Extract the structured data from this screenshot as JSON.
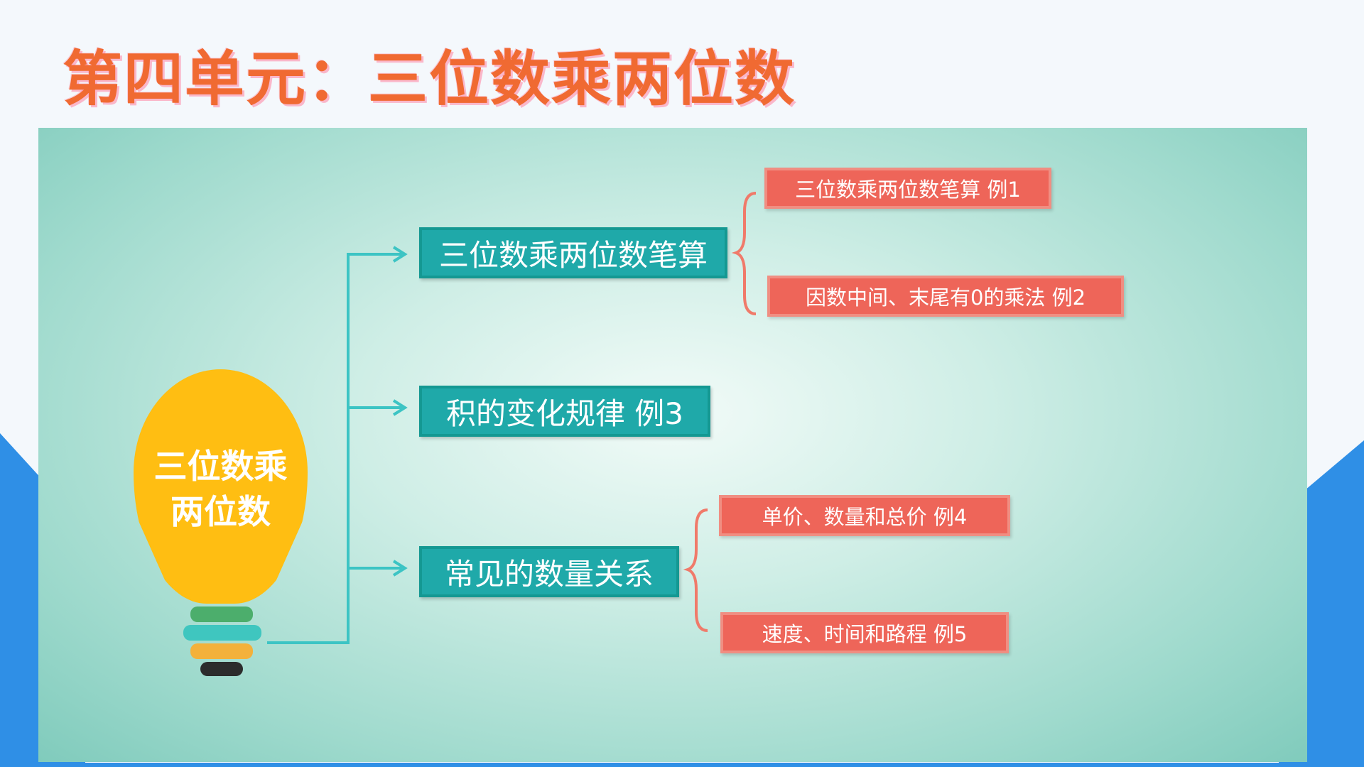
{
  "title": "第四单元：三位数乘两位数",
  "center": {
    "line1": "三位数乘",
    "line2": "两位数"
  },
  "branches": [
    {
      "label": "三位数乘两位数笔算"
    },
    {
      "label": "积的变化规律  例3"
    },
    {
      "label": "常见的数量关系"
    }
  ],
  "leaves": [
    {
      "label": "三位数乘两位数笔算  例1"
    },
    {
      "label": "因数中间、末尾有0的乘法 例2"
    },
    {
      "label": "单价、数量和总价  例4"
    },
    {
      "label": "速度、时间和路程  例5"
    }
  ],
  "colors": {
    "title": "#f06a32",
    "bulb": "#ffbe12",
    "branch": "#1fa9a9",
    "leaf": "#ee6559",
    "accent": "#2f8fe6",
    "connector": "#3cc4c4",
    "bracket": "#f07a6a"
  }
}
